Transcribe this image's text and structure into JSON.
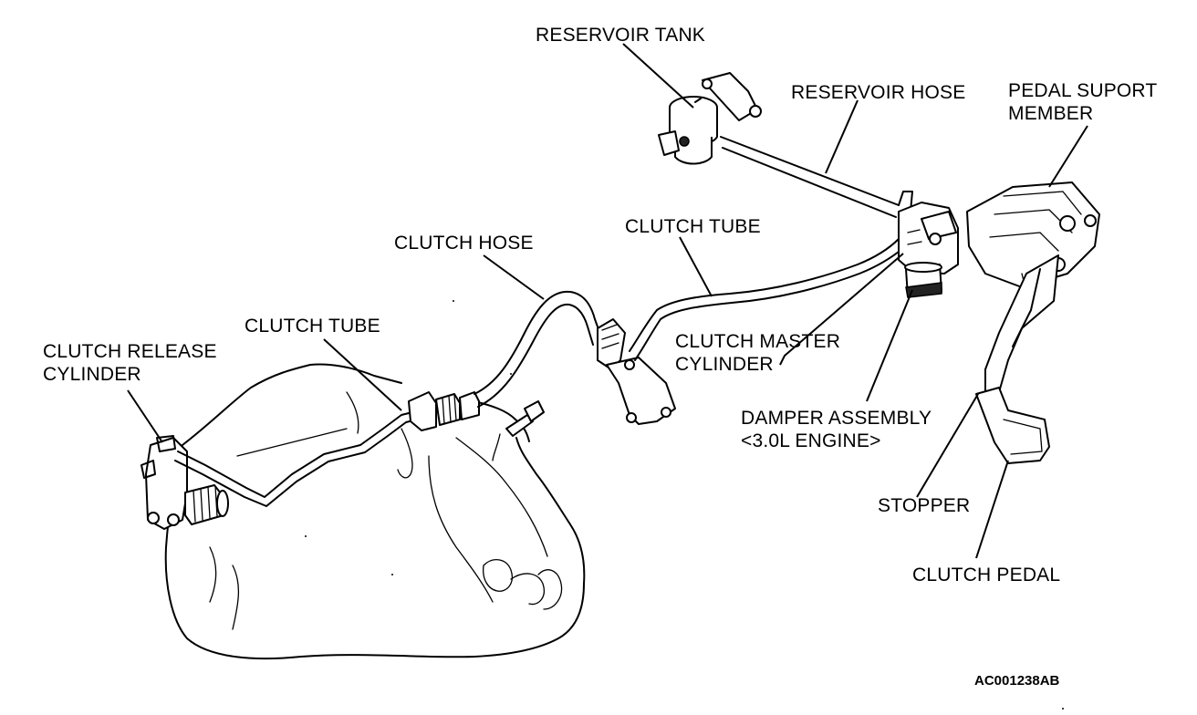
{
  "labels": {
    "reservoir_tank": "RESERVOIR TANK",
    "reservoir_hose": "RESERVOIR HOSE",
    "pedal_support_member_line1": "PEDAL SUPORT",
    "pedal_support_member_line2": "MEMBER",
    "clutch_tube_upper": "CLUTCH TUBE",
    "clutch_hose": "CLUTCH HOSE",
    "clutch_tube_lower": "CLUTCH TUBE",
    "clutch_release_cylinder_line1": "CLUTCH RELEASE",
    "clutch_release_cylinder_line2": "CYLINDER",
    "clutch_master_cylinder_line1": "CLUTCH MASTER",
    "clutch_master_cylinder_line2": "CYLINDER",
    "damper_assembly_line1": "DAMPER ASSEMBLY",
    "damper_assembly_line2": "<3.0L ENGINE>",
    "stopper": "STOPPER",
    "clutch_pedal": "CLUTCH PEDAL"
  },
  "figure_code": "AC001238AB"
}
